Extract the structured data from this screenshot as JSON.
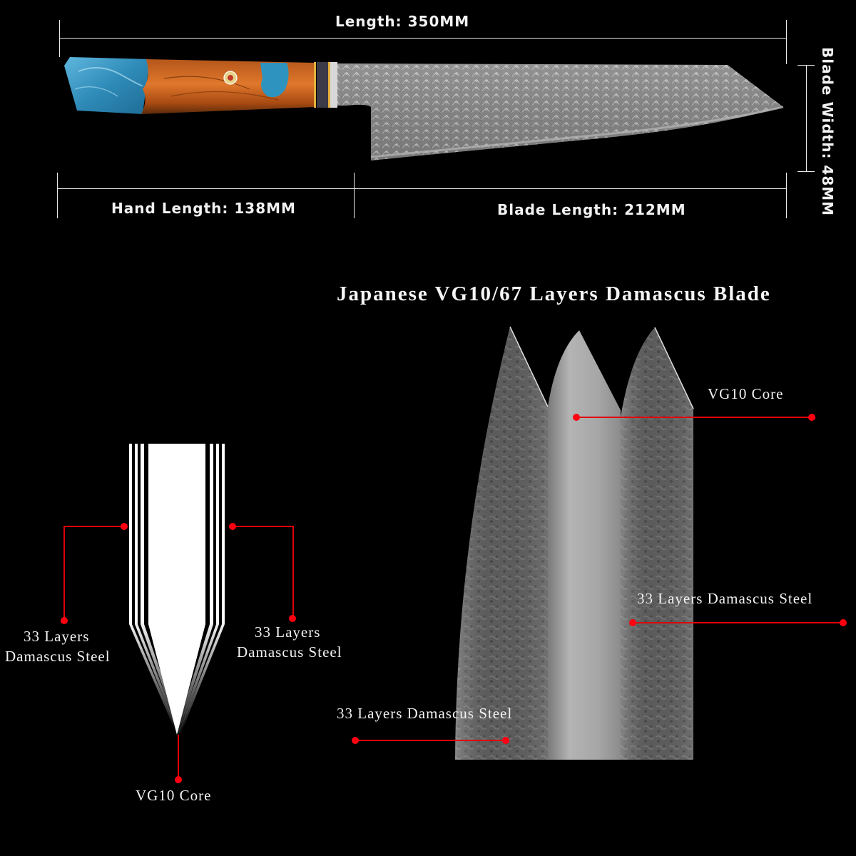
{
  "dimensions": {
    "total_length": "Length: 350MM",
    "hand_length": "Hand Length: 138MM",
    "blade_length": "Blade Length: 212MM",
    "blade_width": "Blade Width: 48MM"
  },
  "section_title": "Japanese VG10/67 Layers Damascus Blade",
  "cross_section_diagram": {
    "left_label_line1": "33 Layers",
    "left_label_line2": "Damascus Steel",
    "right_label_line1": "33 Layers",
    "right_label_line2": "Damascus Steel",
    "bottom_label": "VG10 Core"
  },
  "blade_photo_callouts": {
    "core": "VG10 Core",
    "right_layer": "33 Layers Damascus Steel",
    "left_layer": "33 Layers Damascus Steel"
  },
  "colors": {
    "background": "#000000",
    "callout_red": "#e0000a",
    "handle_blue": "#3a9ec8",
    "handle_wood": "#c8601c",
    "steel_gray": "#8a8a8a"
  }
}
